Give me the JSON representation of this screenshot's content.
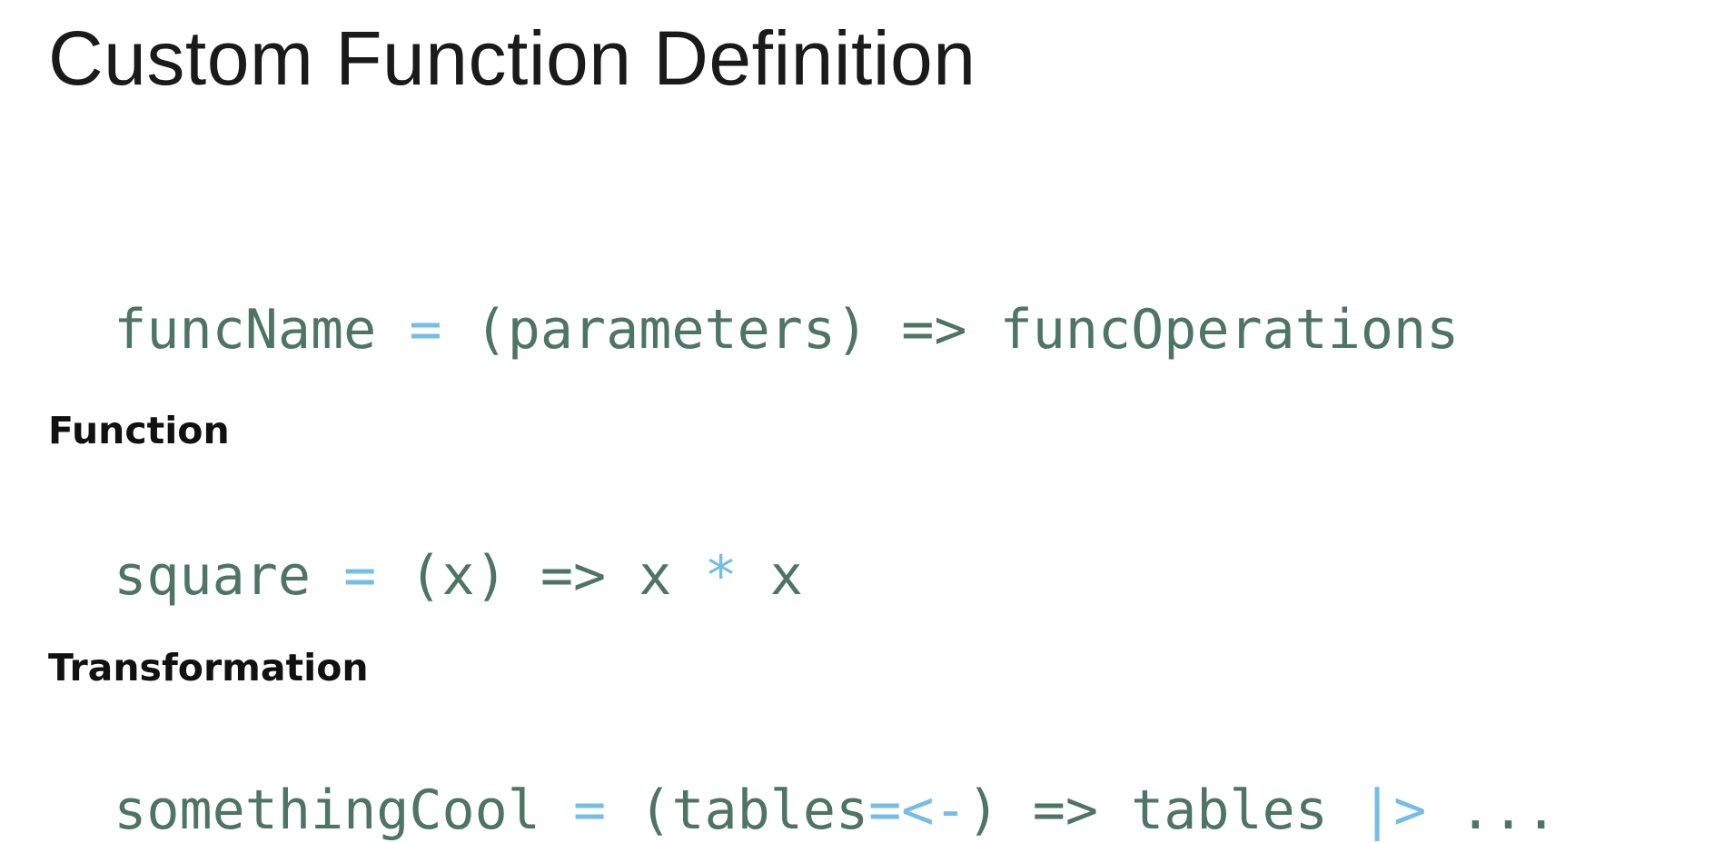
{
  "slide": {
    "title": "Custom Function Definition",
    "syntax": [
      {
        "text": "funcName ",
        "op": false
      },
      {
        "text": "=",
        "op": true
      },
      {
        "text": " (parameters) => funcOperations",
        "op": false
      }
    ],
    "sections": [
      {
        "label": "Function",
        "code": [
          {
            "text": "square ",
            "op": false
          },
          {
            "text": "=",
            "op": true
          },
          {
            "text": " (x) => x ",
            "op": false
          },
          {
            "text": "*",
            "op": true
          },
          {
            "text": " x",
            "op": false
          }
        ]
      },
      {
        "label": "Transformation",
        "code": [
          {
            "text": "somethingCool ",
            "op": false
          },
          {
            "text": "=",
            "op": true
          },
          {
            "text": " (tables",
            "op": false
          },
          {
            "text": "=<-",
            "op": true
          },
          {
            "text": ") => tables ",
            "op": false
          },
          {
            "text": "|>",
            "op": true
          },
          {
            "text": " ...",
            "op": false
          }
        ]
      }
    ]
  },
  "colors": {
    "code_text": "#4e7466",
    "code_operator": "#74bde6",
    "title_text": "#1a1a1a",
    "label_text": "#111111",
    "background": "#ffffff"
  }
}
